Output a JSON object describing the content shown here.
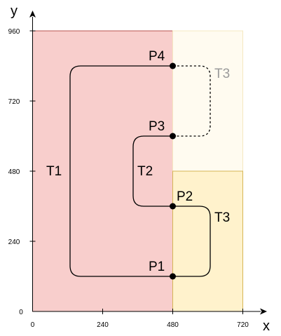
{
  "axes": {
    "x_label": "x",
    "y_label": "y",
    "x_ticks": [
      "0",
      "240",
      "480",
      "720"
    ],
    "y_ticks": [
      "0",
      "240",
      "480",
      "720",
      "960"
    ],
    "x_range": [
      0,
      720
    ],
    "y_range": [
      0,
      960
    ]
  },
  "regions": [
    {
      "id": "left-region",
      "x": [
        0,
        480
      ],
      "y": [
        0,
        960
      ],
      "fill": "#f8cecc",
      "stroke": "#b85450"
    },
    {
      "id": "top-right-region",
      "x": [
        480,
        720
      ],
      "y": [
        480,
        960
      ],
      "fill": "#fffbf0",
      "stroke": "#f5e8c0"
    },
    {
      "id": "bottom-right-region",
      "x": [
        480,
        720
      ],
      "y": [
        0,
        480
      ],
      "fill": "#fff2cc",
      "stroke": "#d6b656"
    }
  ],
  "points": [
    {
      "label": "P1",
      "x": 480,
      "y": 120
    },
    {
      "label": "P2",
      "x": 480,
      "y": 360
    },
    {
      "label": "P3",
      "x": 480,
      "y": 600
    },
    {
      "label": "P4",
      "x": 480,
      "y": 840
    }
  ],
  "paths": [
    {
      "label": "T1",
      "from": "P1",
      "to": "P4",
      "style": "solid"
    },
    {
      "label": "T2",
      "from": "P2",
      "to": "P3",
      "style": "solid"
    },
    {
      "label": "T3",
      "from": "P1",
      "to": "P2",
      "style": "solid"
    },
    {
      "label": "T3",
      "from": "P3",
      "to": "P4",
      "style": "dashed"
    }
  ],
  "colors": {
    "solid_path": "#000000",
    "faded_label": "#9a9a9a",
    "point": "#000000"
  }
}
